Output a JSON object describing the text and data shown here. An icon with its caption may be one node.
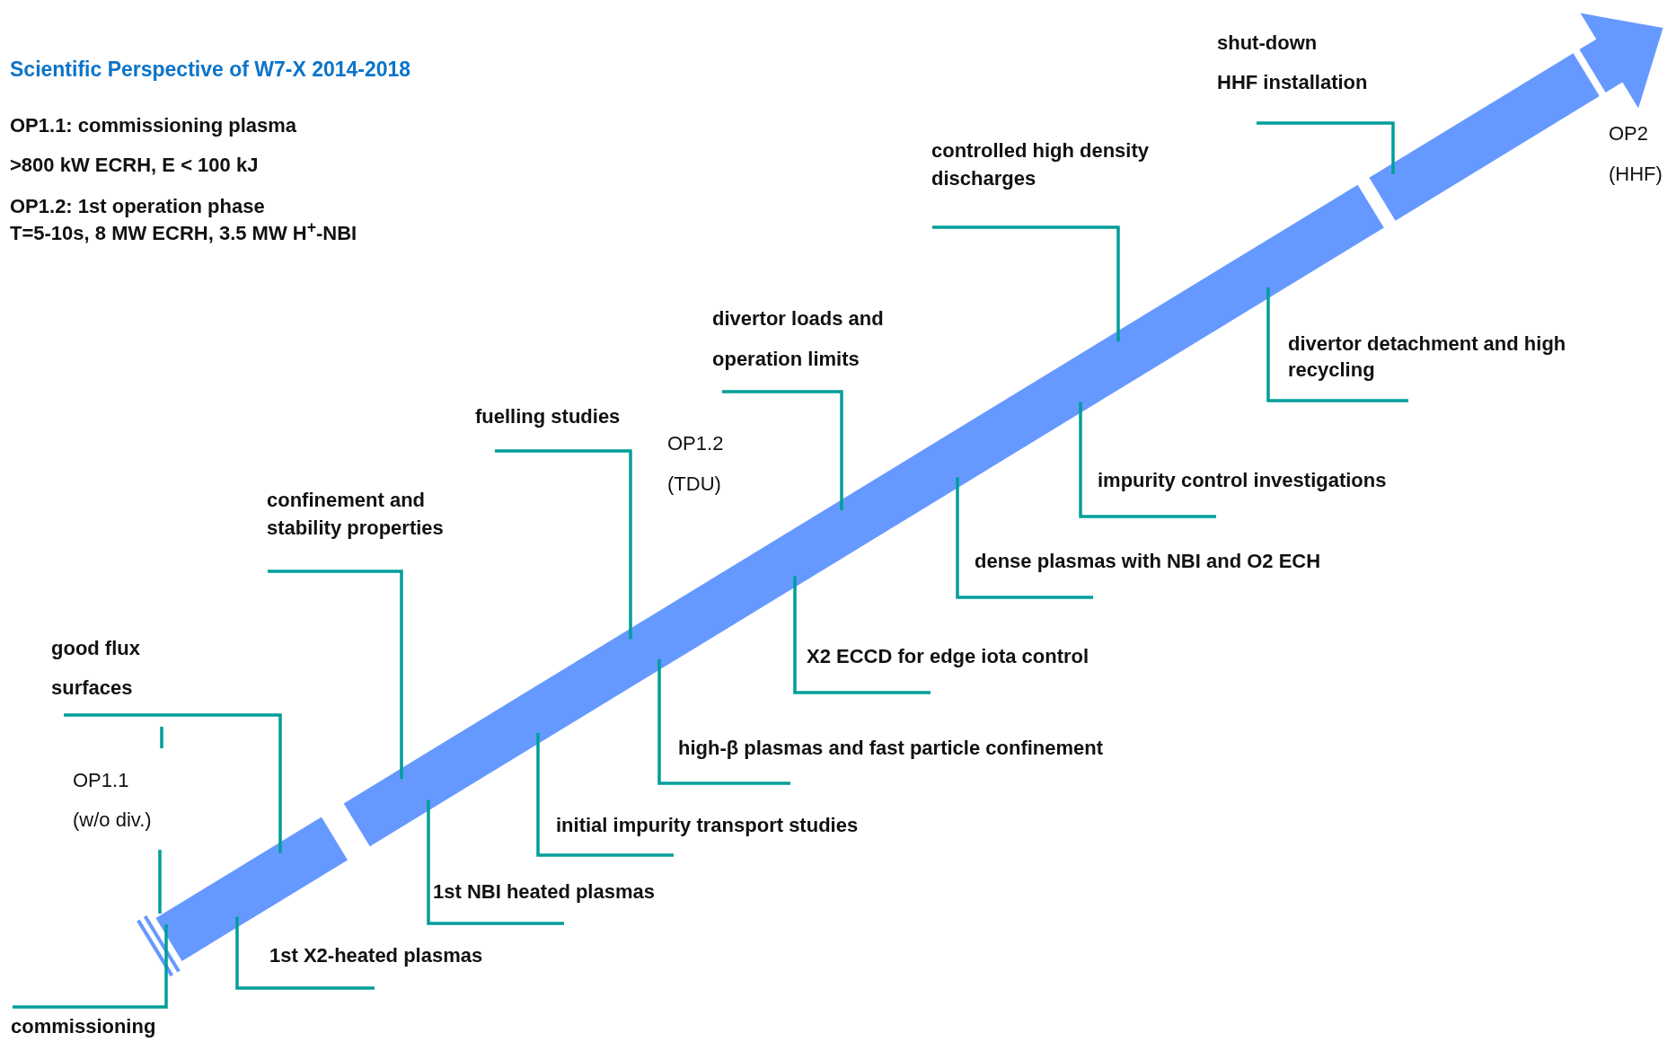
{
  "diagram": {
    "title": "Scientific Perspective of W7-X 2014-2018",
    "nodes": [
      {
        "text": [
          "commissioning"
        ]
      },
      {
        "text": [
          "good flux surfaces"
        ]
      },
      {
        "text": [
          "1st X2-heated plasmas"
        ]
      },
      {
        "text": [
          "confinement and stability properties"
        ]
      },
      {
        "text": [
          "1st NBI heated plasmas"
        ]
      },
      {
        "text": [
          "fuelling studies"
        ]
      },
      {
        "text": [
          "initial impurity transport studies"
        ]
      },
      {
        "text": [
          "divertor loads and operation limits"
        ]
      },
      {
        "text": [
          "high-β plasmas and fast particle confinement"
        ]
      },
      {
        "text": [
          "X2 ECCD for edge iota control"
        ]
      },
      {
        "text": [
          "controlled high density discharges"
        ]
      },
      {
        "text": [
          "dense plasmas with NBI and O2 ECH"
        ]
      },
      {
        "text": [
          "impurity control investigations"
        ]
      },
      {
        "text": [
          "shut-down",
          "HHF installation"
        ]
      },
      {
        "text": [
          "divertor detachment and high recycling"
        ]
      },
      {
        "text": [],
        "shape": "bar"
      },
      {
        "text": [],
        "shape": "bar"
      },
      {
        "text": [],
        "shape": "bar"
      },
      {
        "text": [],
        "shape": "arrow"
      }
    ],
    "edges": [
      {
        "from": 0,
        "to": 15,
        "arrow": "none"
      },
      {
        "from": 1,
        "to": 15,
        "arrow": "none"
      },
      {
        "from": 2,
        "to": 15,
        "arrow": "none"
      },
      {
        "from": 3,
        "to": 16,
        "arrow": "none"
      },
      {
        "from": 4,
        "to": 16,
        "arrow": "none"
      },
      {
        "from": 5,
        "to": 16,
        "arrow": "none"
      },
      {
        "from": 6,
        "to": 16,
        "arrow": "none"
      },
      {
        "from": 7,
        "to": 16,
        "arrow": "none"
      },
      {
        "from": 8,
        "to": 16,
        "arrow": "none"
      },
      {
        "from": 9,
        "to": 16,
        "arrow": "none"
      },
      {
        "from": 10,
        "to": 16,
        "arrow": "none"
      },
      {
        "from": 11,
        "to": 16,
        "arrow": "none"
      },
      {
        "from": 12,
        "to": 16,
        "arrow": "none"
      },
      {
        "from": 13,
        "to": 17,
        "arrow": "none"
      },
      {
        "from": 14,
        "to": 16,
        "arrow": "none"
      }
    ],
    "labels": [
      "OP1.1: commissioning plasma",
      ">800 kW ECRH, E < 100 kJ",
      "OP1.2: 1st operation phase",
      "T=5-10s, 8 MW ECRH, 3.5 MW H$^{+}$-NBI",
      "OP2",
      "(HHF)",
      "OP1.2",
      "(TDU)",
      "OP1.1",
      "(w/o div.)"
    ]
  }
}
